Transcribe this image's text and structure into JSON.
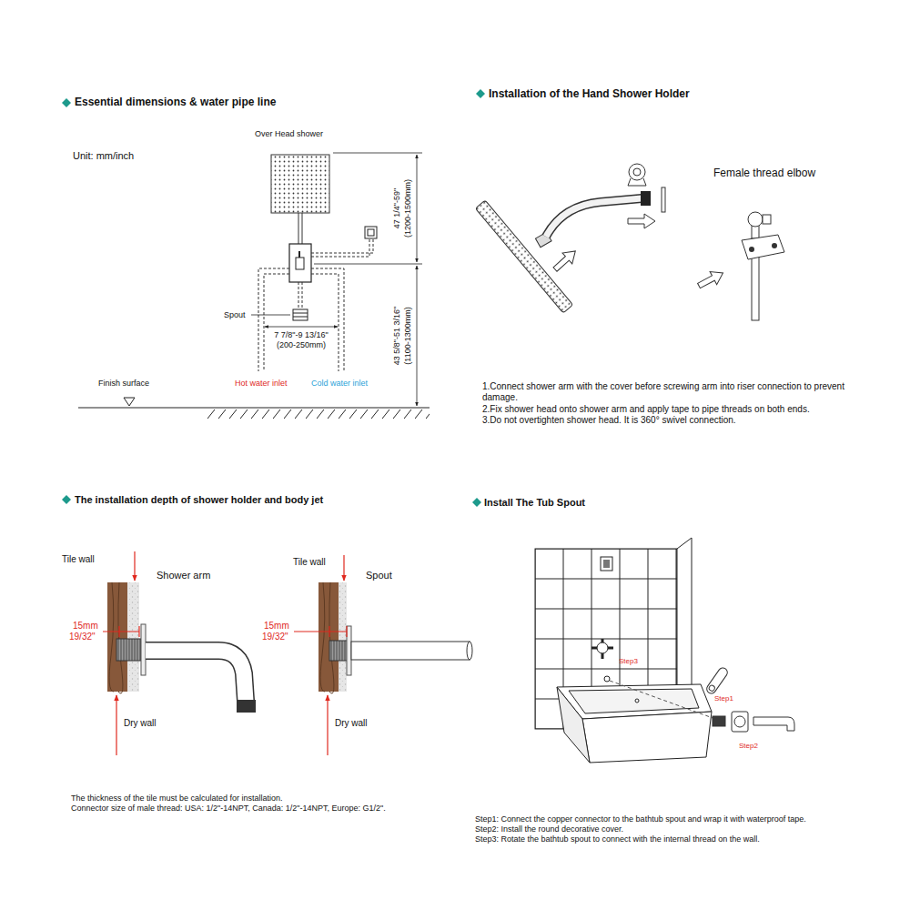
{
  "diagram": {
    "labels": [
      "Essential dimensions & water pipe line",
      "Unit: mm/inch",
      "Over Head shower",
      "47 1/4\"-59\"",
      "(1200-1500mm)",
      "Spout",
      "7 7/8\"-9 13/16\"",
      "(200-250mm)",
      "43 5/8\"-51 3/16\"",
      "(1100-1300mm)",
      "Finish surface",
      "Hot water inlet",
      "Cold water inlet",
      "Installation of the Hand Shower Holder",
      "Female thread elbow",
      "1.Connect shower arm with the cover before screwing arm into riser connection to prevent damage.",
      "2.Fix shower head onto shower arm and apply tape to pipe threads on both ends.",
      "3.Do not overtighten shower head. It is 360° swivel connection.",
      "The installation depth of shower holder and body jet",
      "Tile wall",
      "Shower arm",
      "15mm",
      "19/32\"",
      "Dry wall",
      "Tile wall",
      "Spout",
      "15mm",
      "19/32\"",
      "Dry wall",
      "The thickness of the tile must be calculated for installation.",
      "Connector size of male thread: USA: 1/2\"-14NPT, Canada: 1/2\"-14NPT, Europe: G1/2\".",
      "Install The Tub Spout",
      "Step3",
      "Step1",
      "Step2",
      "Step1: Connect the copper connector to the bathtub spout and wrap it with waterproof tape.",
      "Step2: Install the round decorative cover.",
      "Step3: Rotate the bathtub spout to connect with the internal thread on the wall."
    ]
  }
}
